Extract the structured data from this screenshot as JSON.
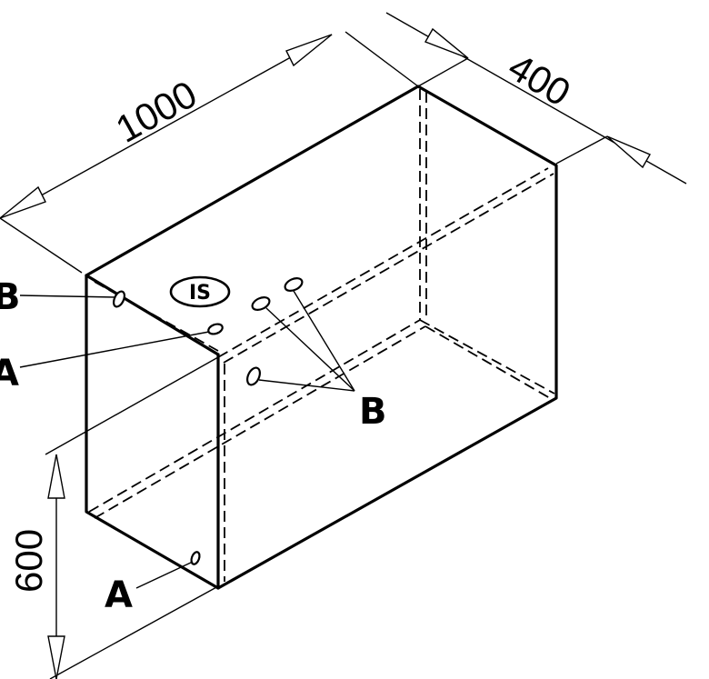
{
  "dimensions": {
    "length": "1000",
    "depth": "400",
    "height": "600"
  },
  "badge": "IS",
  "labels": {
    "b_left": "B",
    "a_top": "A",
    "b_cluster": "B",
    "a_bottom": "A"
  }
}
